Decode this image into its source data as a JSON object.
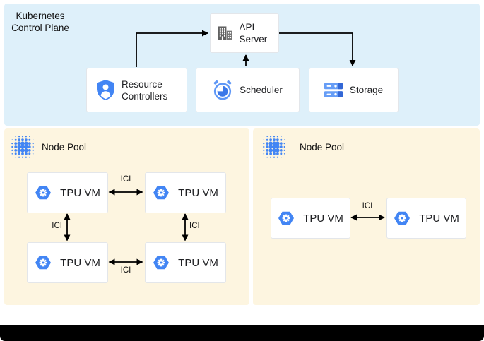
{
  "control_plane": {
    "title": "Kubernetes Control Plane",
    "nodes": {
      "api_server": {
        "label": "API Server",
        "icon": "building-icon"
      },
      "resource_controllers": {
        "label": "Resource Controllers",
        "icon": "shield-user-icon"
      },
      "scheduler": {
        "label": "Scheduler",
        "icon": "alarm-clock-icon"
      },
      "storage": {
        "label": "Storage",
        "icon": "disk-stack-icon"
      }
    }
  },
  "node_pools": [
    {
      "label": "Node Pool",
      "icon": "dot-cluster-icon",
      "vms": [
        {
          "label": "TPU VM"
        },
        {
          "label": "TPU VM"
        },
        {
          "label": "TPU VM"
        },
        {
          "label": "TPU VM"
        }
      ],
      "links": [
        {
          "label": "ICI"
        },
        {
          "label": "ICI"
        },
        {
          "label": "ICI"
        },
        {
          "label": "ICI"
        }
      ]
    },
    {
      "label": "Node Pool",
      "icon": "dot-cluster-icon",
      "vms": [
        {
          "label": "TPU VM"
        },
        {
          "label": "TPU VM"
        }
      ],
      "links": [
        {
          "label": "ICI"
        }
      ]
    }
  ],
  "colors": {
    "control_plane_bg": "#def0fa",
    "node_pool_bg": "#fdf5e0",
    "google_blue": "#4285f4",
    "blue_mid": "#669df6",
    "blue_dark": "#3367d6",
    "icon_grey": "#616161",
    "arrow": "#000000",
    "bottom_bar": "#000000"
  }
}
